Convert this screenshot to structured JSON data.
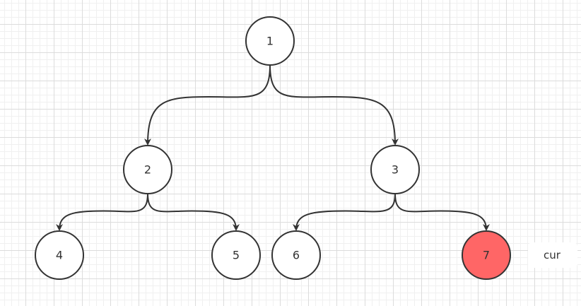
{
  "tree": {
    "nodes": [
      {
        "id": "n1",
        "label": "1",
        "fill": "#ffffff"
      },
      {
        "id": "n2",
        "label": "2",
        "fill": "#ffffff"
      },
      {
        "id": "n3",
        "label": "3",
        "fill": "#ffffff"
      },
      {
        "id": "n4",
        "label": "4",
        "fill": "#ffffff"
      },
      {
        "id": "n5",
        "label": "5",
        "fill": "#ffffff"
      },
      {
        "id": "n6",
        "label": "6",
        "fill": "#ffffff"
      },
      {
        "id": "n7",
        "label": "7",
        "fill": "#ff6666"
      }
    ],
    "edges": [
      [
        "n1",
        "n2"
      ],
      [
        "n1",
        "n3"
      ],
      [
        "n2",
        "n4"
      ],
      [
        "n2",
        "n5"
      ],
      [
        "n3",
        "n6"
      ],
      [
        "n3",
        "n7"
      ]
    ],
    "pointer_label": "cur",
    "pointer_target": "n7"
  },
  "colors": {
    "stroke": "#333333",
    "highlight": "#ff6666",
    "node_fill": "#ffffff"
  }
}
